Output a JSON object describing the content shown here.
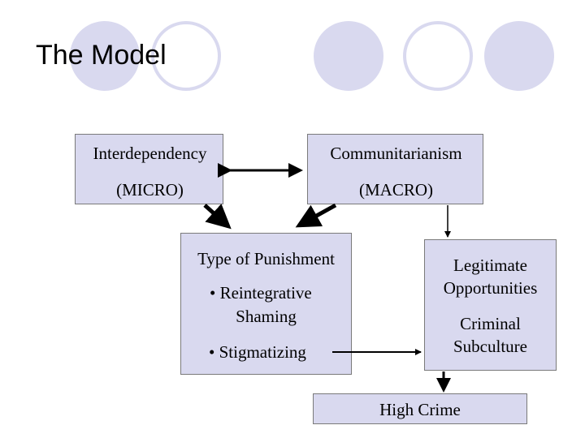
{
  "title": "The Model",
  "nodes": {
    "micro": {
      "line1": "Interdependency",
      "line2": "(MICRO)"
    },
    "macro": {
      "line1": "Communitarianism",
      "line2": "(MACRO)"
    },
    "punishment": {
      "heading": "Type of Punishment",
      "item1_line1": "• Reintegrative",
      "item1_line2": "Shaming",
      "item2": "• Stigmatizing"
    },
    "opportunities": {
      "line1": "Legitimate",
      "line2": "Opportunities",
      "line3": "Criminal",
      "line4": "Subculture"
    },
    "high_crime": {
      "label": "High Crime"
    }
  },
  "colors": {
    "box_fill": "#d9d9ef",
    "circle": "#d9d9ef",
    "arrow": "#000000"
  }
}
